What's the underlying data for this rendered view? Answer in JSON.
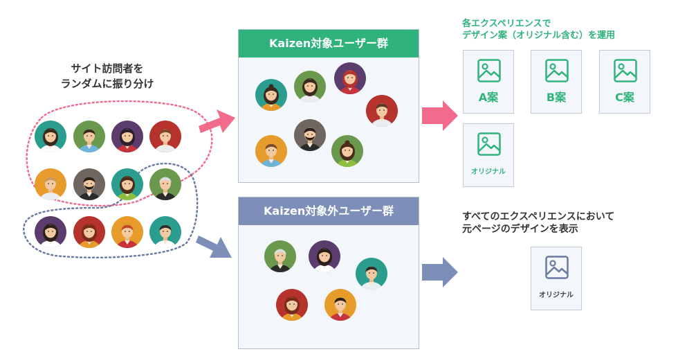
{
  "left": {
    "heading_line1": "サイト訪問者を",
    "heading_line2": "ランダムに振り分け"
  },
  "target_panel": {
    "title": "Kaizen対象ユーザー群",
    "color": "#2fb27c"
  },
  "nontarget_panel": {
    "title": "Kaizen対象外ユーザー群",
    "color": "#7d8fb8"
  },
  "right_top": {
    "line1": "各エクスペリエンスで",
    "line2": "デザイン案（オリジナル含む）を運用"
  },
  "cards_top": [
    {
      "label": "A案"
    },
    {
      "label": "B案"
    },
    {
      "label": "C案"
    },
    {
      "label": "オリジナル"
    }
  ],
  "right_bottom": {
    "line1": "すべてのエクスペリエンスにおいて",
    "line2": "元ページのデザインを表示",
    "card_label": "オリジナル"
  },
  "colors": {
    "pink_arrow": "#f26b8c",
    "blue_arrow": "#7d8fb8",
    "green": "#2fb27c",
    "pink_dots": "#f26b8c",
    "blue_dots": "#6b7aa0"
  },
  "avatar_palette": {
    "teal": "#2a9d8f",
    "olive": "#6a994e",
    "purple": "#5a3d6d",
    "red": "#b5332c",
    "orange": "#e69b2b",
    "darkgray": "#6d6661",
    "darkred": "#8e2a2a"
  }
}
